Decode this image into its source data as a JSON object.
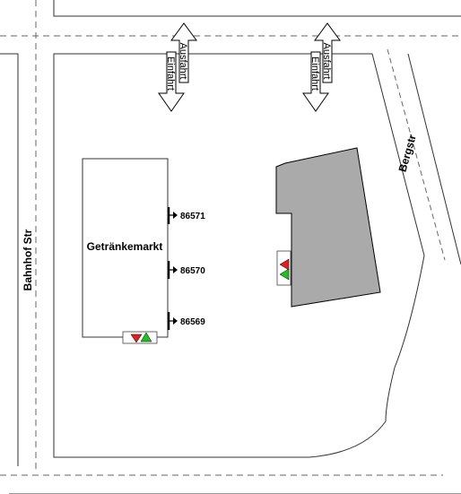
{
  "streets": {
    "bahnhof": "Bahnhof Str",
    "berg": "Bergstr"
  },
  "building": {
    "name": "Getränkemarkt"
  },
  "docks": [
    {
      "number": "86571"
    },
    {
      "number": "86570"
    },
    {
      "number": "86569"
    }
  ],
  "driveways": [
    {
      "entry": "Einfahrt",
      "exit": "Ausfahrt"
    },
    {
      "entry": "Einfahrt",
      "exit": "Ausfahrt"
    }
  ],
  "colors": {
    "street_line": "#333333",
    "dashed_line": "#666666",
    "building_fill": "#aaaaaa",
    "marker_red": "#e02020",
    "marker_green": "#22c022"
  }
}
